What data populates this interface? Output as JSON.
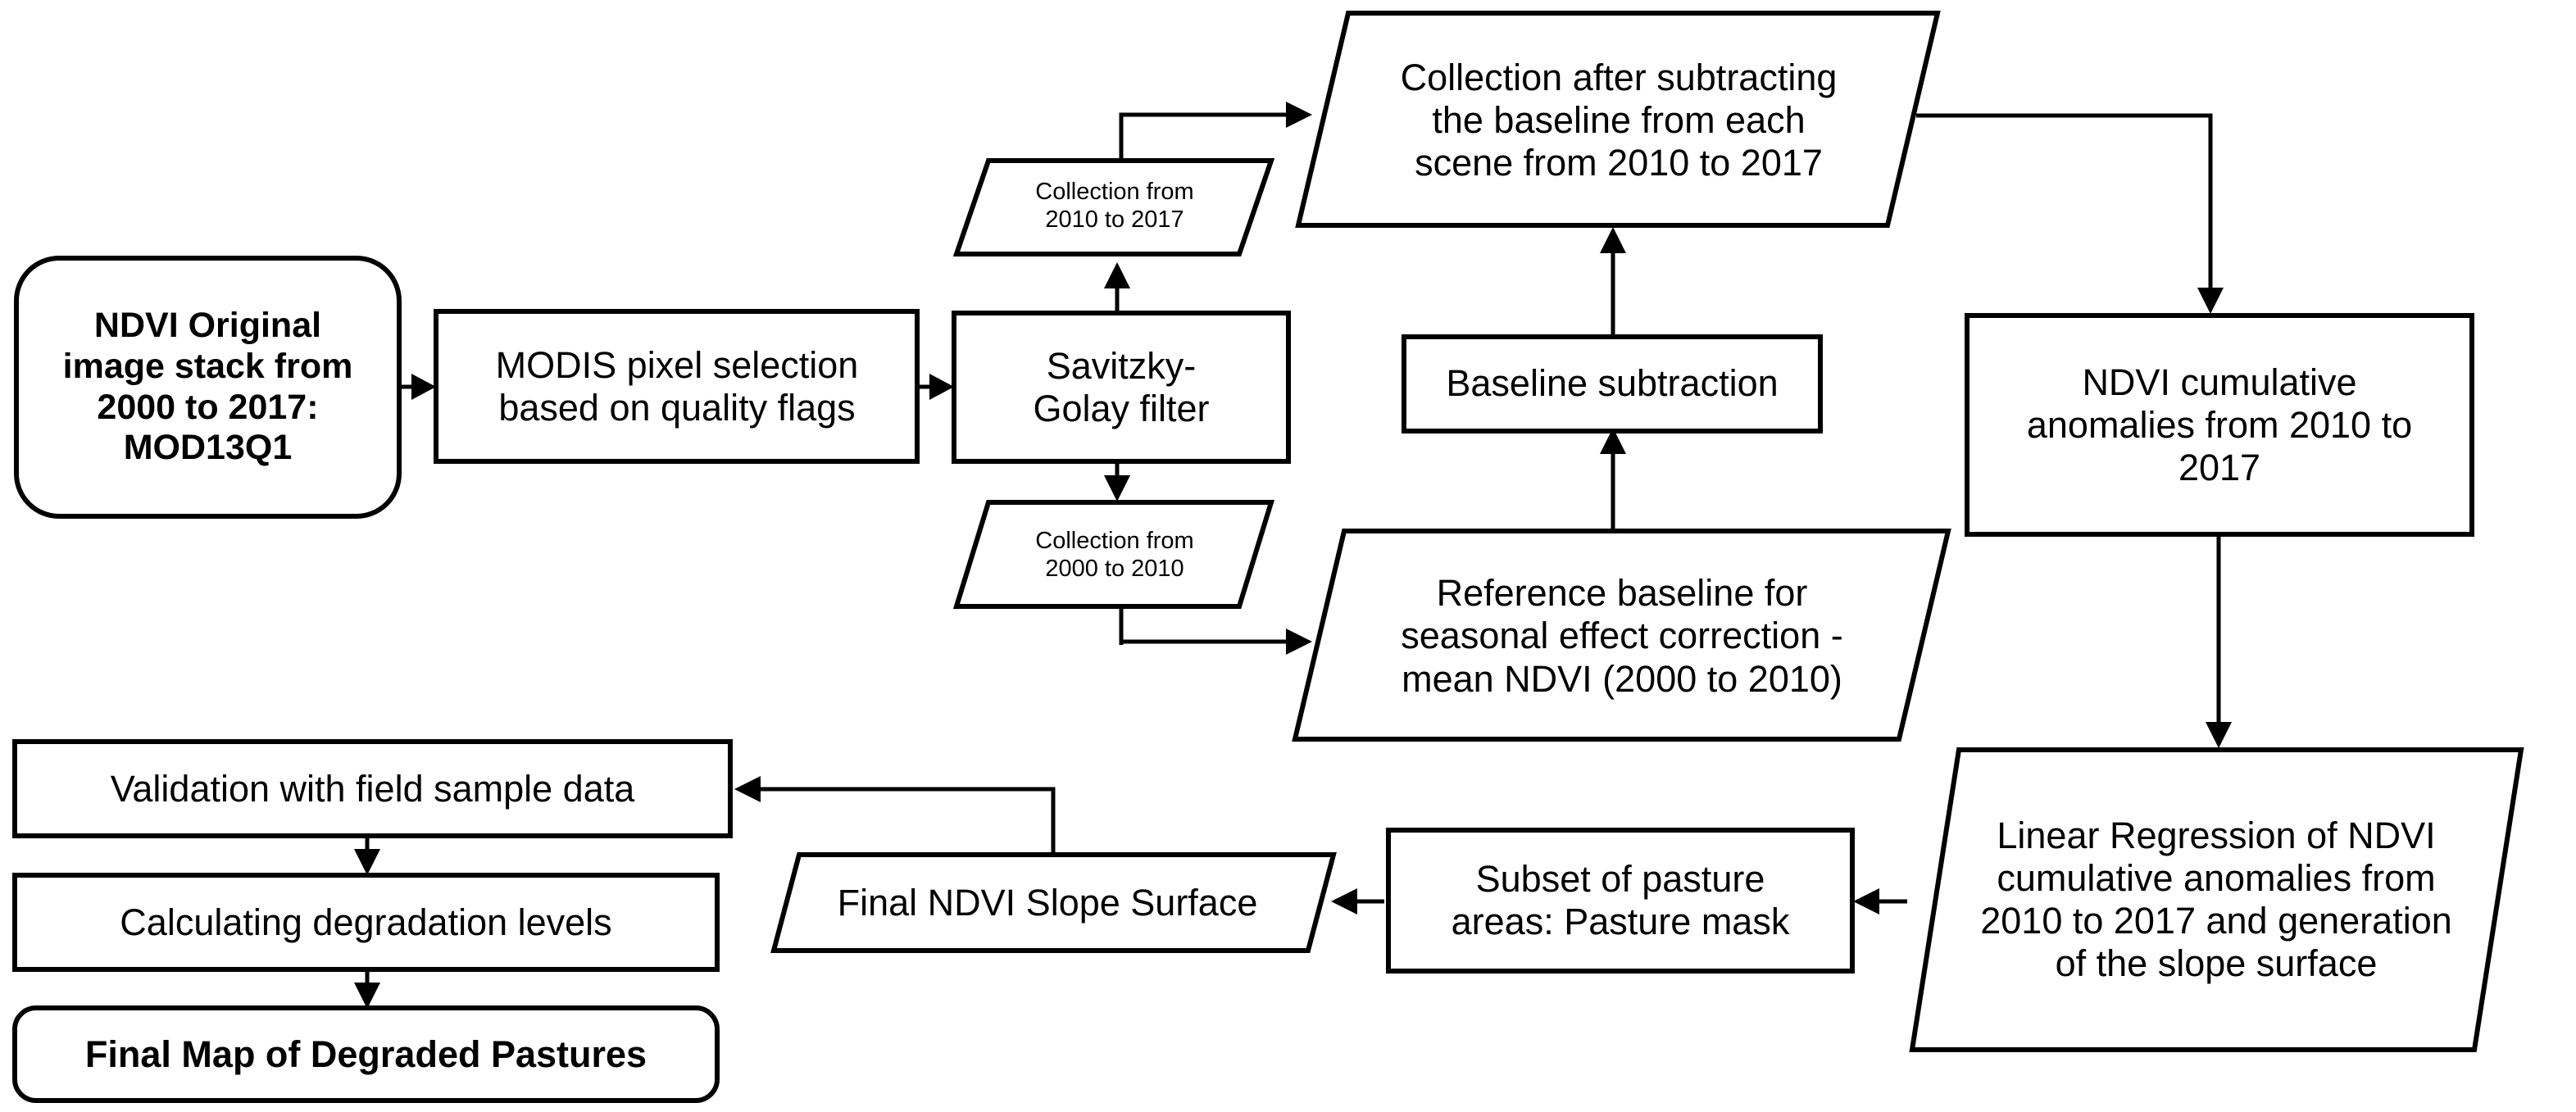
{
  "diagram": {
    "title": "NDVI pasture degradation processing workflow",
    "background_color": "#ffffff",
    "stroke_color": "#000000",
    "text_color": "#000000"
  },
  "nodes": {
    "ndvi_original": {
      "label": "NDVI Original\nimage stack from\n2000 to 2017:\nMOD13Q1",
      "shape": "rounded-rectangle",
      "bold": true
    },
    "modis_pixel_selection": {
      "label": "MODIS pixel selection\nbased on quality flags",
      "shape": "rectangle",
      "bold": false
    },
    "savitzky_golay": {
      "label": "Savitzky-\nGolay filter",
      "shape": "rectangle",
      "bold": false
    },
    "collection_2010_2017": {
      "label": "Collection from\n2010 to 2017",
      "shape": "parallelogram",
      "bold": false
    },
    "collection_2000_2010": {
      "label": "Collection from\n2000 to 2010",
      "shape": "parallelogram",
      "bold": false
    },
    "collection_after_subtracting": {
      "label": "Collection after subtracting\nthe baseline from each\nscene from 2010 to 2017",
      "shape": "parallelogram",
      "bold": false
    },
    "baseline_subtraction": {
      "label": "Baseline subtraction",
      "shape": "rectangle",
      "bold": false
    },
    "reference_baseline": {
      "label": "Reference baseline for\nseasonal effect correction -\nmean NDVI (2000 to 2010)",
      "shape": "parallelogram",
      "bold": false
    },
    "ndvi_cumulative_anomalies": {
      "label": "NDVI cumulative\nanomalies from 2010 to\n2017",
      "shape": "rectangle",
      "bold": false
    },
    "linear_regression": {
      "label": "Linear Regression of NDVI\ncumulative anomalies from\n2010 to 2017 and generation\nof the slope surface",
      "shape": "parallelogram",
      "bold": false
    },
    "pasture_mask": {
      "label": "Subset of pasture\nareas: Pasture mask",
      "shape": "rectangle",
      "bold": false
    },
    "final_slope_surface": {
      "label": "Final NDVI Slope Surface",
      "shape": "parallelogram",
      "bold": false
    },
    "validation_field_data": {
      "label": "Validation with field sample data",
      "shape": "rectangle",
      "bold": false
    },
    "calculating_degradation": {
      "label": "Calculating degradation levels",
      "shape": "rectangle",
      "bold": false
    },
    "final_map": {
      "label": "Final Map of Degraded Pastures",
      "shape": "rounded-rectangle",
      "bold": true
    }
  },
  "edges": [
    {
      "name": "ndvi-original-to-modis",
      "from": "ndvi_original",
      "to": "modis_pixel_selection"
    },
    {
      "name": "modis-to-savitzky",
      "from": "modis_pixel_selection",
      "to": "savitzky_golay"
    },
    {
      "name": "savitzky-to-collection-2010-2017",
      "from": "savitzky_golay",
      "to": "collection_2010_2017"
    },
    {
      "name": "savitzky-to-collection-2000-2010",
      "from": "savitzky_golay",
      "to": "collection_2000_2010"
    },
    {
      "name": "collection-2010-2017-to-collection-after-subtracting",
      "from": "collection_2010_2017",
      "to": "collection_after_subtracting"
    },
    {
      "name": "collection-2000-2010-to-reference-baseline",
      "from": "collection_2000_2010",
      "to": "reference_baseline"
    },
    {
      "name": "reference-baseline-to-baseline-subtraction",
      "from": "reference_baseline",
      "to": "baseline_subtraction"
    },
    {
      "name": "baseline-subtraction-to-collection-after-subtracting",
      "from": "baseline_subtraction",
      "to": "collection_after_subtracting"
    },
    {
      "name": "collection-after-subtracting-to-ndvi-cumulative",
      "from": "collection_after_subtracting",
      "to": "ndvi_cumulative_anomalies"
    },
    {
      "name": "ndvi-cumulative-to-linear-regression",
      "from": "ndvi_cumulative_anomalies",
      "to": "linear_regression"
    },
    {
      "name": "linear-regression-to-pasture-mask",
      "from": "linear_regression",
      "to": "pasture_mask"
    },
    {
      "name": "pasture-mask-to-final-slope-surface",
      "from": "pasture_mask",
      "to": "final_slope_surface"
    },
    {
      "name": "final-slope-surface-to-validation",
      "from": "final_slope_surface",
      "to": "validation_field_data"
    },
    {
      "name": "validation-to-calculating-degradation",
      "from": "validation_field_data",
      "to": "calculating_degradation"
    },
    {
      "name": "calculating-degradation-to-final-map",
      "from": "calculating_degradation",
      "to": "final_map"
    }
  ]
}
